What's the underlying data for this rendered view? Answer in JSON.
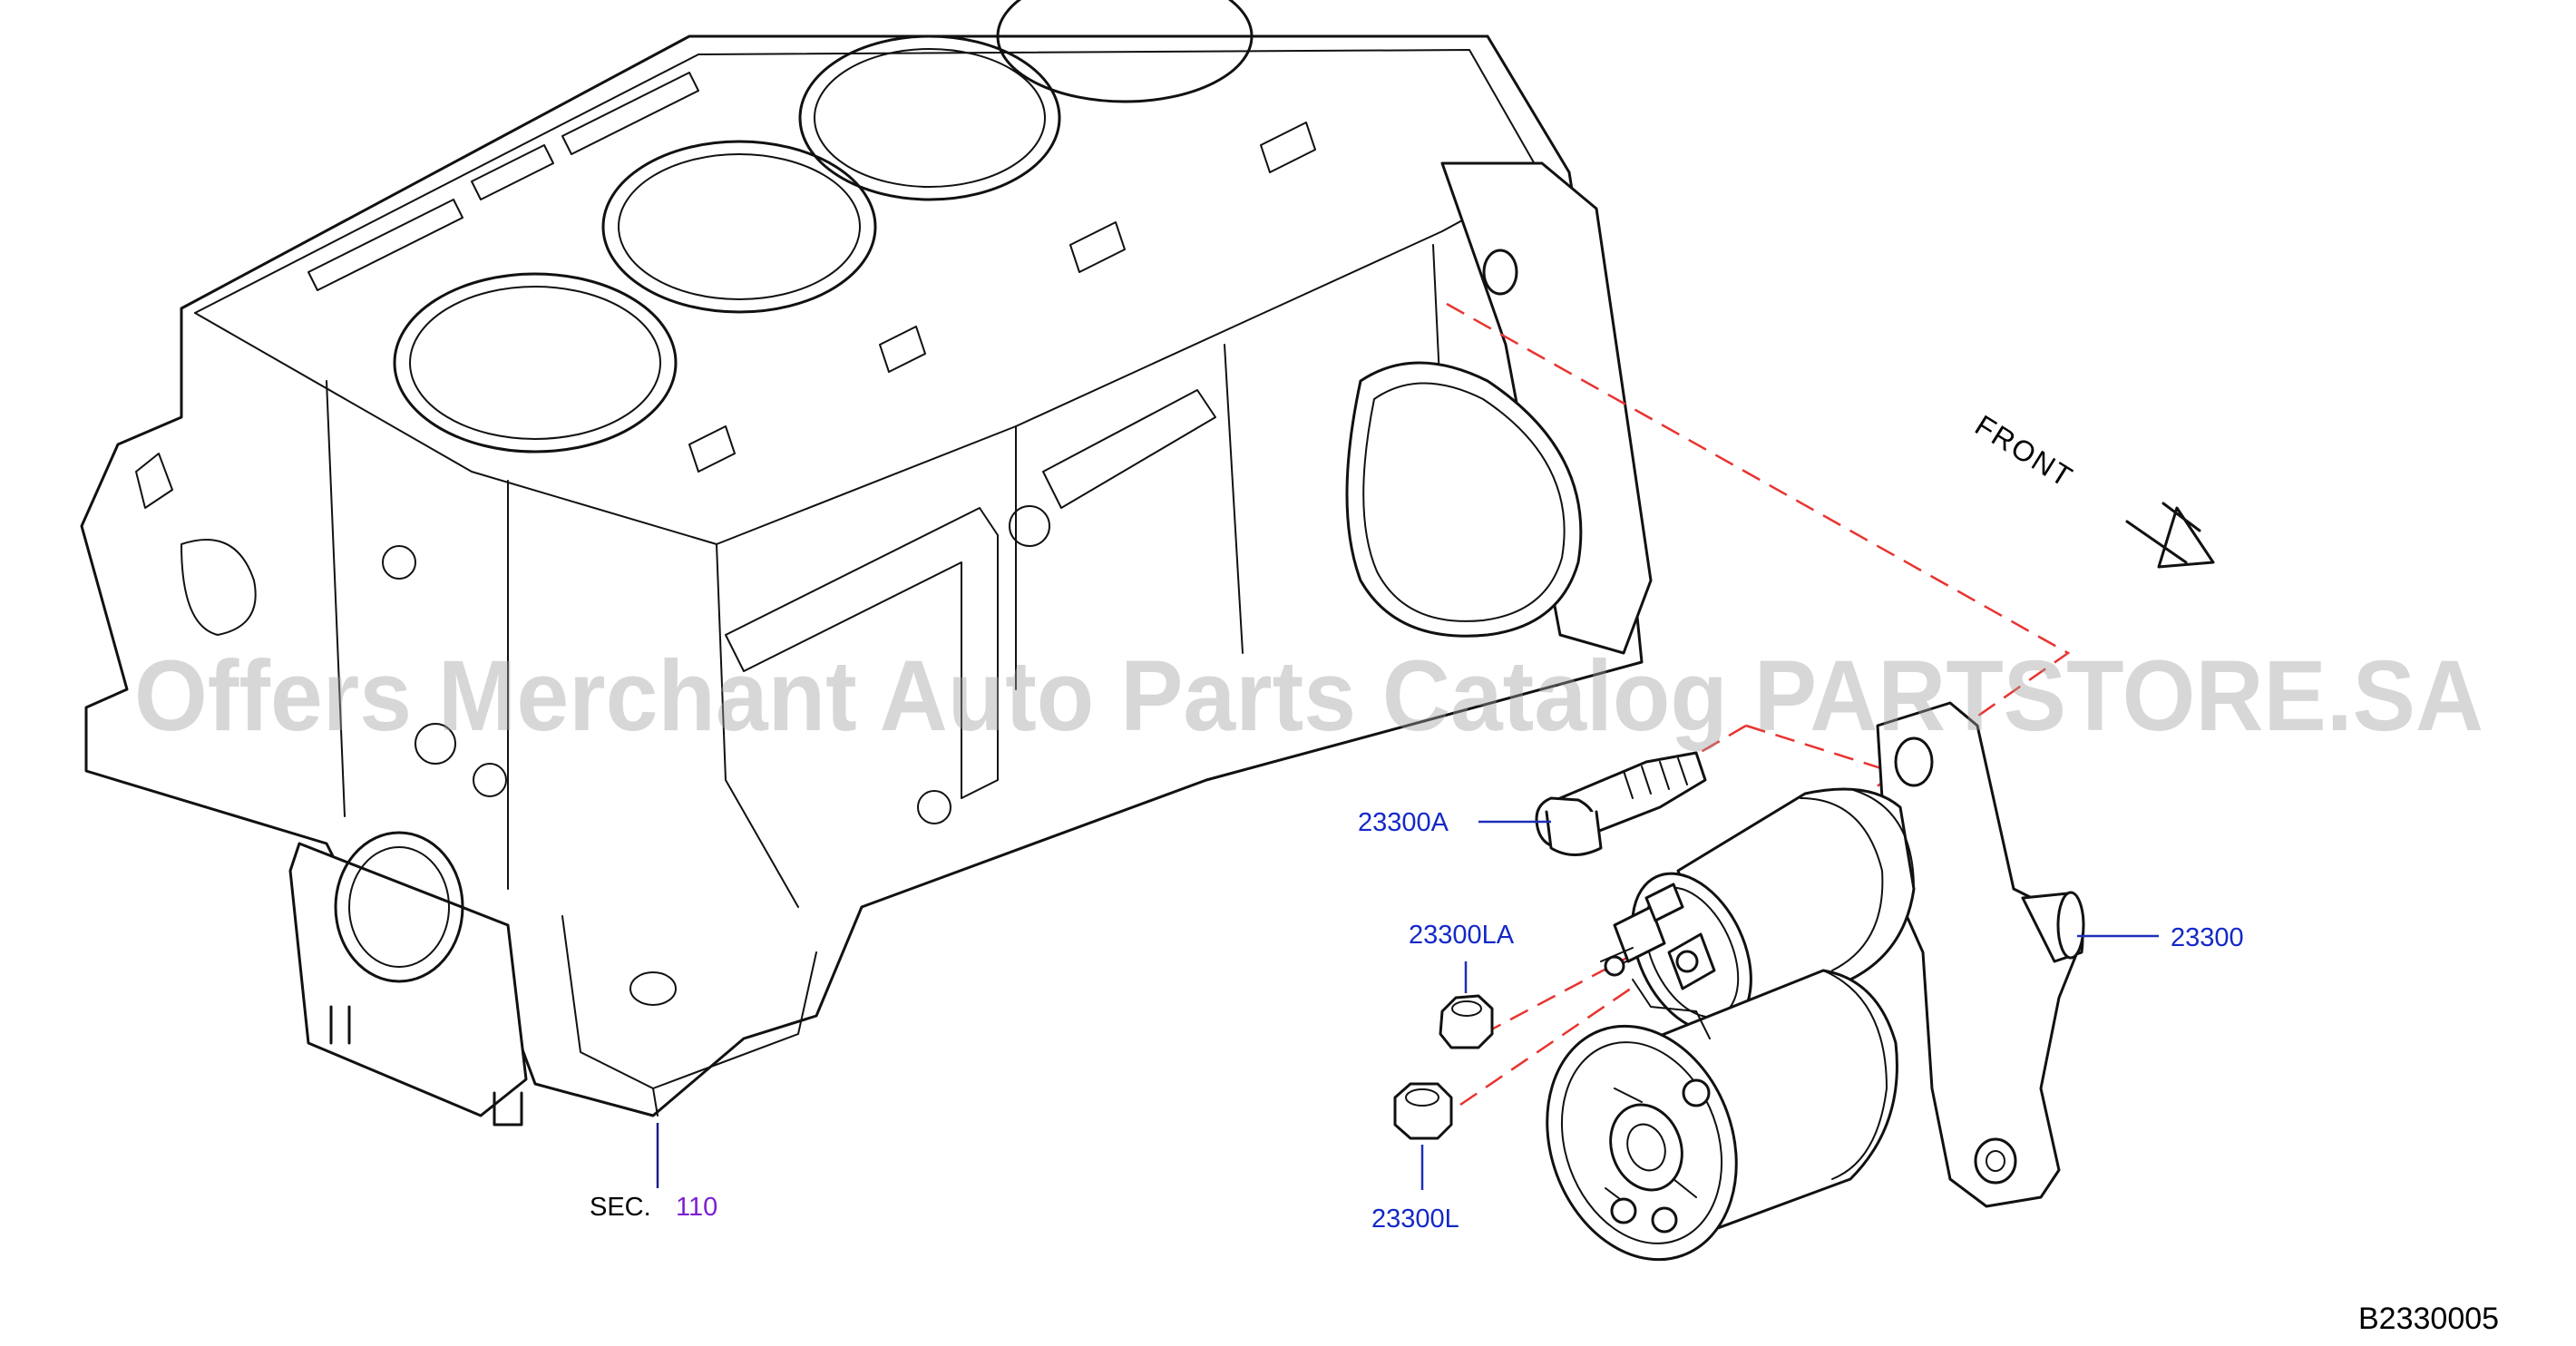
{
  "diagram": {
    "front_label": "FRONT",
    "section_label": "SEC.",
    "section_ref": "110",
    "figure_code": "B2330005",
    "watermark": "Offers Merchant Auto Parts Catalog PARTSTORE.SA",
    "callouts": [
      {
        "id": "23300A",
        "text": "23300A"
      },
      {
        "id": "23300LA",
        "text": "23300LA"
      },
      {
        "id": "23300L",
        "text": "23300L"
      },
      {
        "id": "23300",
        "text": "23300"
      }
    ],
    "colors": {
      "callout": "#1428c8",
      "section_ref": "#7b1fd0",
      "phantom_line": "#e8332f",
      "linework": "#111111"
    }
  }
}
